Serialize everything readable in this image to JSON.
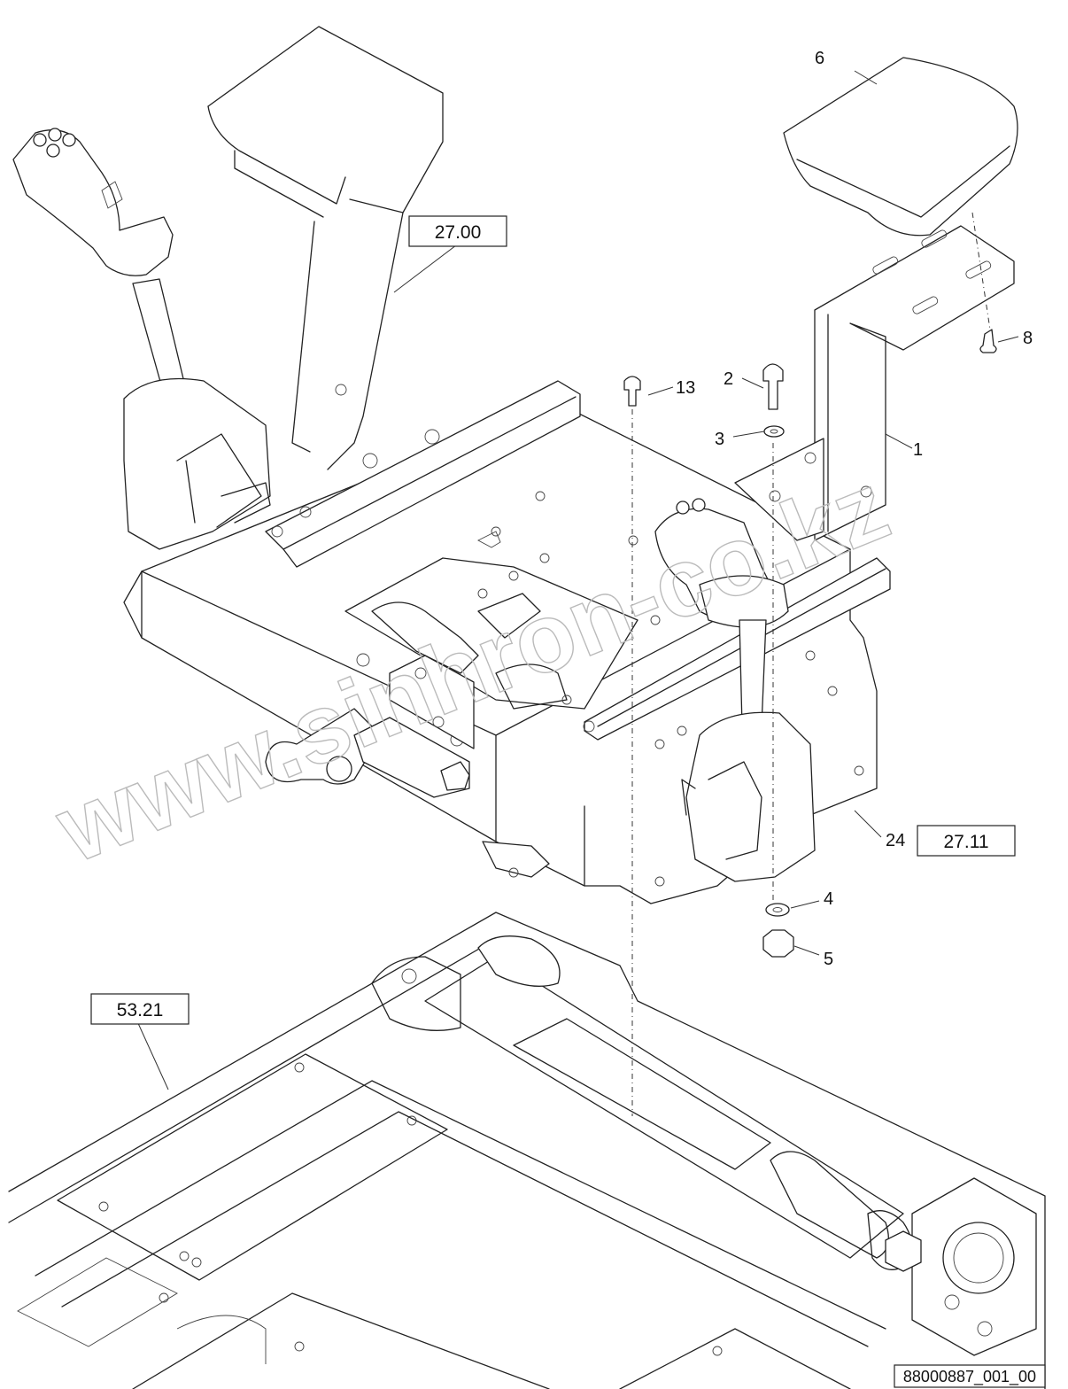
{
  "diagram": {
    "part_labels": [
      "6",
      "8",
      "13",
      "2",
      "3",
      "1",
      "24",
      "4",
      "5"
    ],
    "section_refs": [
      "27.00",
      "27.11",
      "53.21"
    ],
    "drawing_code": "88000887_001_00",
    "watermark": "www.sinhron-co.kz"
  }
}
